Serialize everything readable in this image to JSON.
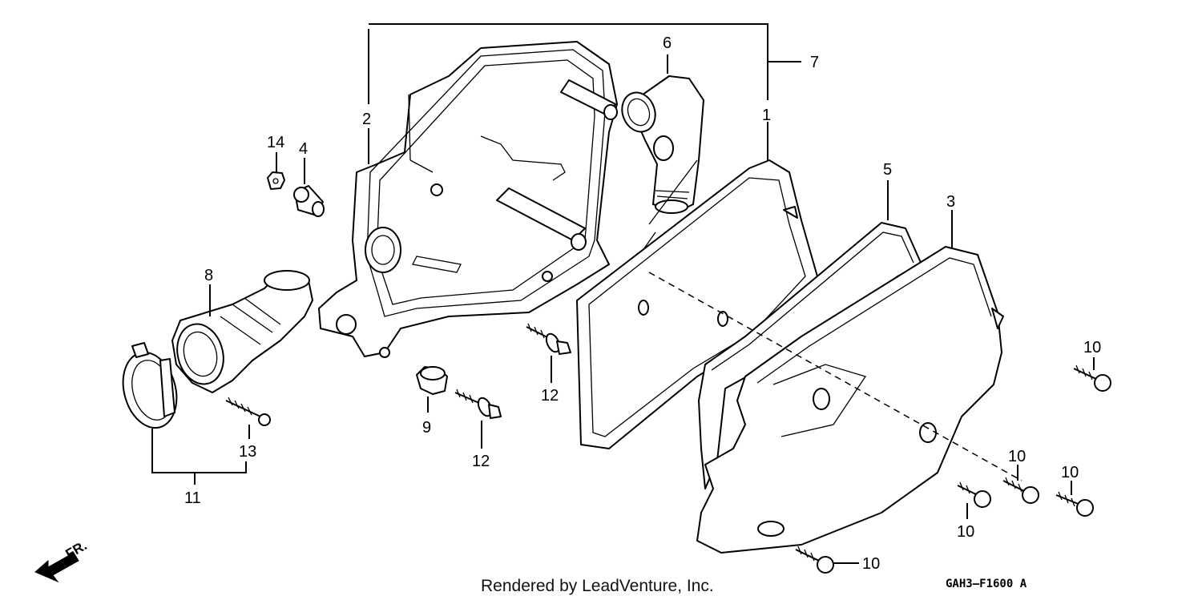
{
  "diagram": {
    "labels": {
      "p1": "1",
      "p2": "2",
      "p3": "3",
      "p4": "4",
      "p5": "5",
      "p6": "6",
      "p7": "7",
      "p8": "8",
      "p9": "9",
      "p10a": "10",
      "p10b": "10",
      "p10c": "10",
      "p10d": "10",
      "p10e": "10",
      "p11": "11",
      "p12a": "12",
      "p12b": "12",
      "p13": "13",
      "p14": "14"
    },
    "direction_label": "FR.",
    "footer": "Rendered by LeadVenture, Inc.",
    "diagram_code": "GAH3—F1600 A"
  }
}
